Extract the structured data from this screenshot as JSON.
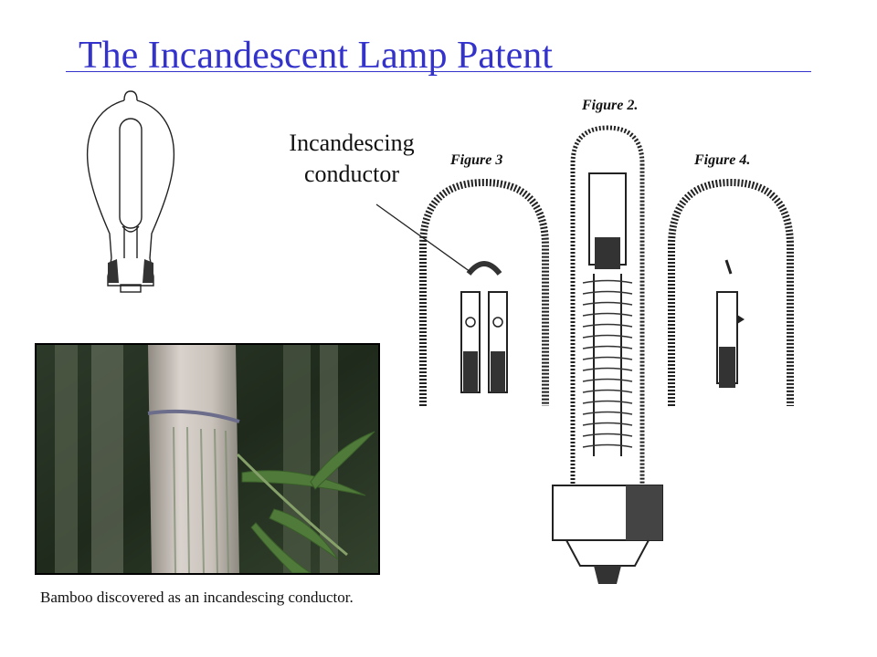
{
  "slide": {
    "title": "The Incandescent Lamp Patent",
    "callout_line1": "Incandescing",
    "callout_line2": "conductor",
    "caption": "Bamboo discovered as an incandescing conductor.",
    "figure_labels": {
      "figure2": "Figure 2.",
      "figure3": "Figure 3",
      "figure4": "Figure 4."
    }
  },
  "colors": {
    "title": "#3333cc",
    "ink": "#111111"
  }
}
